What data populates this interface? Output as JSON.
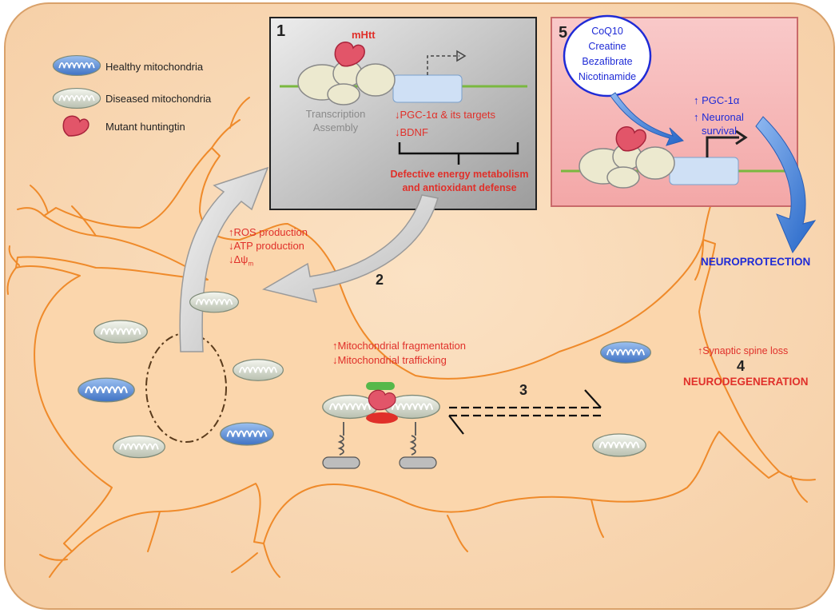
{
  "legend": {
    "healthy_label": "Healthy mitochondria",
    "diseased_label": "Diseased mitochondria",
    "mutant_label": "Mutant huntingtin"
  },
  "panel1": {
    "number": "1",
    "mhtt_label": "mHtt",
    "assembly_line1": "Transcription",
    "assembly_line2": "Assembly",
    "pgc_label": "↓PGC-1α & its targets",
    "bdnf_label": "↓BDNF",
    "defect_line1": "Defective energy metabolism",
    "defect_line2": "and antioxidant defense"
  },
  "panel5": {
    "number": "5",
    "drugs": [
      "CoQ10",
      "Creatine",
      "Bezafibrate",
      "Nicotinamide"
    ],
    "pgc_label": "↑ PGC-1α",
    "survival_line1": "↑ Neuronal",
    "survival_line2": "survival"
  },
  "step2": {
    "number": "2",
    "ros": "↑ROS production",
    "atp": "↓ATP production",
    "delta_psi": "↓Δψ",
    "delta_psi_sub": "m"
  },
  "step3": {
    "number": "3",
    "fragmentation": "↑Mitochondrial fragmentation",
    "trafficking": "↓Mitochondrial trafficking"
  },
  "step4": {
    "number": "4",
    "spine_loss": "↑Synaptic spine loss",
    "outcome": "NEURODEGENERATION"
  },
  "neuroprotection": "NEUROPROTECTION",
  "colors": {
    "cell_fill": "#fad7ae",
    "cell_stroke": "#ef8a2a",
    "red_text": "#e0302a",
    "blue_text": "#1f2bd6",
    "healthy_mito": "#5b8fd6",
    "diseased_mito": "#d7dccf",
    "mutant_htt": "#e25569"
  }
}
